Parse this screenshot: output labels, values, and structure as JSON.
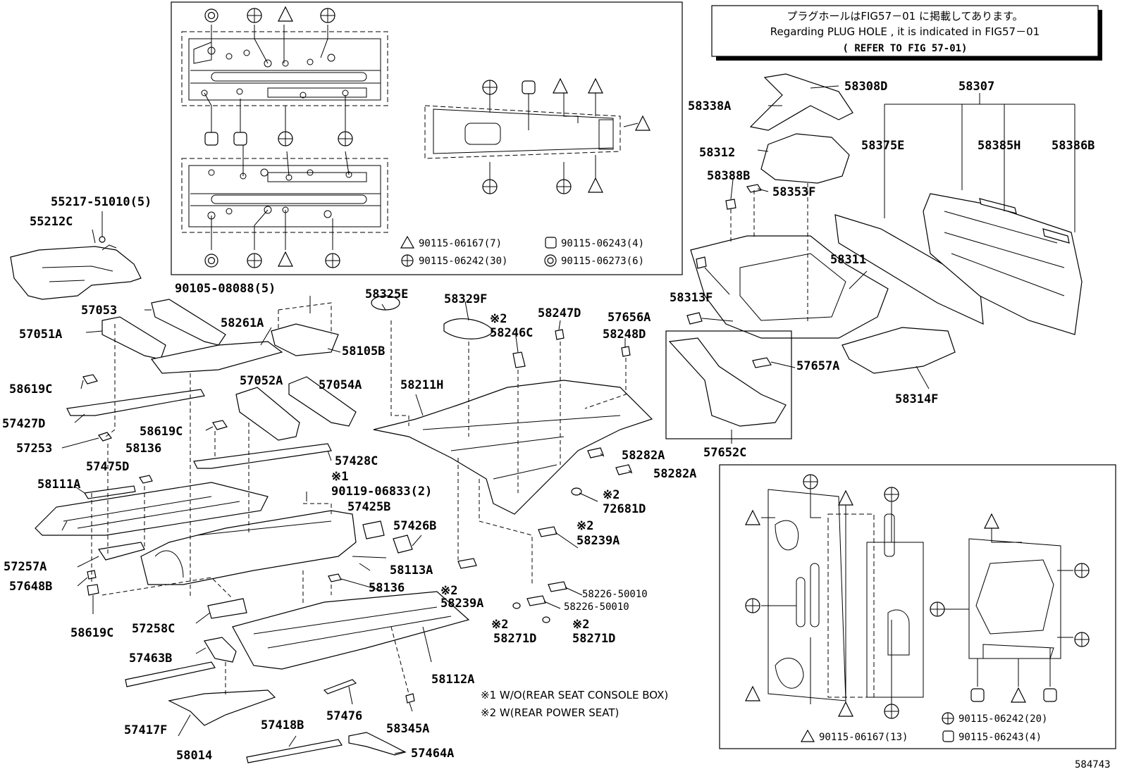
{
  "note_box": {
    "line1": "プラグホールはFIG57－01 に掲載してあります。",
    "line2": "Regarding  PLUG HOLE , it is indicated in FIG57－01",
    "line3": "( REFER TO FIG 57-01)"
  },
  "legend_top": {
    "triangle": "90115-06167(7)",
    "square": "90115-06243(4)",
    "cross": "90115-06242(30)",
    "ring": "90115-06273(6)"
  },
  "legend_bottom": {
    "cross": "90115-06242(20)",
    "triangle": "90115-06167(13)",
    "square": "90115-06243(4)"
  },
  "footnotes": {
    "n1": "※1 W/O(REAR SEAT CONSOLE BOX)",
    "n2": "※2 W(REAR POWER SEAT)"
  },
  "marks": {
    "m1": "※1",
    "m2": "※2"
  },
  "fig_number": "584743",
  "labels": {
    "p55217": "55217-51010(5)",
    "p55212C": "55212C",
    "p90105": "90105-08088(5)",
    "p57053": "57053",
    "p57051A": "57051A",
    "p58261A": "58261A",
    "p58105B": "58105B",
    "p58619C_a": "58619C",
    "p57427D": "57427D",
    "p57052A": "57052A",
    "p57054A": "57054A",
    "p58619C_b": "58619C",
    "p57253": "57253",
    "p58136_a": "58136",
    "p57475D": "57475D",
    "p57428C": "57428C",
    "p58111A": "58111A",
    "p90119": "90119-06833(2)",
    "p57425B": "57425B",
    "p57426B": "57426B",
    "p57257A": "57257A",
    "p58113A": "58113A",
    "p57648B": "57648B",
    "p58136_b": "58136",
    "p58619C_c": "58619C",
    "p57258C": "57258C",
    "p57463B": "57463B",
    "p58112A": "58112A",
    "p57417F": "57417F",
    "p57476": "57476",
    "p58345A": "58345A",
    "p58014": "58014",
    "p57418B": "57418B",
    "p57464A": "57464A",
    "p58325E": "58325E",
    "p58329F": "58329F",
    "p58246C": "58246C",
    "p58247D": "58247D",
    "p58248D": "58248D",
    "p58211H": "58211H",
    "p58282A_a": "58282A",
    "p58282A_b": "58282A",
    "p72681D": "72681D",
    "p58239A_a": "58239A",
    "p58239A_b": "58239A",
    "p58226_a": "58226-50010",
    "p58226_b": "58226-50010",
    "p58271D_a": "58271D",
    "p58271D_b": "58271D",
    "p58308D": "58308D",
    "p58338A": "58338A",
    "p58312": "58312",
    "p58388B": "58388B",
    "p58353F": "58353F",
    "p58307": "58307",
    "p58375E": "58375E",
    "p58385H": "58385H",
    "p58386B": "58386B",
    "p58311": "58311",
    "p58313F": "58313F",
    "p57656A": "57656A",
    "p57657A": "57657A",
    "p58314F": "58314F",
    "p57652C": "57652C"
  }
}
